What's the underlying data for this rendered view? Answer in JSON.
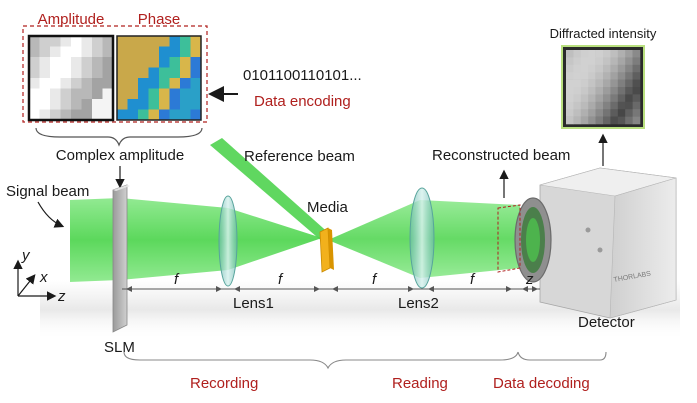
{
  "labels": {
    "amplitude": "Amplitude",
    "phase": "Phase",
    "bits": "0101100110101...",
    "data_encoding": "Data encoding",
    "complex_amplitude": "Complex amplitude",
    "signal_beam": "Signal beam",
    "reference_beam": "Reference beam",
    "media": "Media",
    "reconstructed_beam": "Reconstructed beam",
    "diffracted_intensity": "Diffracted intensity",
    "lens1": "Lens1",
    "lens2": "Lens2",
    "detector": "Detector",
    "slm": "SLM",
    "recording": "Recording",
    "reading": "Reading",
    "data_decoding": "Data decoding"
  },
  "axes": {
    "y": "y",
    "x": "x",
    "z": "z"
  },
  "distances": {
    "f1": "f",
    "f2": "f",
    "f3": "f",
    "f4": "f",
    "z": "z"
  },
  "camera_brand": "THORLABS",
  "colors": {
    "accent_red": "#b0201e",
    "beam_green": "#3fd13f",
    "text": "#1a1a1a"
  }
}
